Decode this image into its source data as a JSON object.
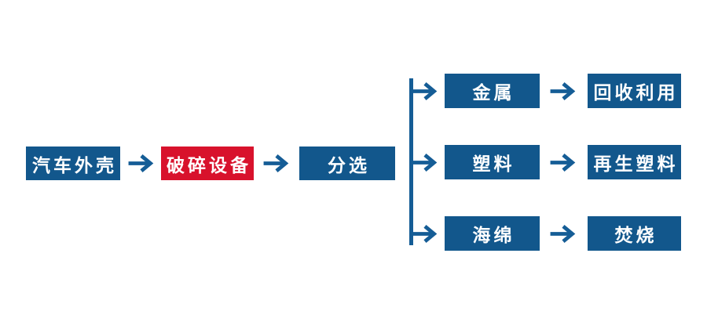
{
  "colors": {
    "background": "#ffffff",
    "box_blue": "#12578c",
    "box_red": "#d8122c",
    "arrow_blue": "#155d96",
    "box_text": "#ffffff"
  },
  "main_flow": [
    {
      "label": "汽车外壳",
      "variant": "blue"
    },
    {
      "label": "破碎设备",
      "variant": "red"
    },
    {
      "label": "分选",
      "variant": "blue"
    }
  ],
  "branches": [
    {
      "material": "金属",
      "destination": "回收利用"
    },
    {
      "material": "塑料",
      "destination": "再生塑料"
    },
    {
      "material": "海绵",
      "destination": "焚烧"
    }
  ]
}
